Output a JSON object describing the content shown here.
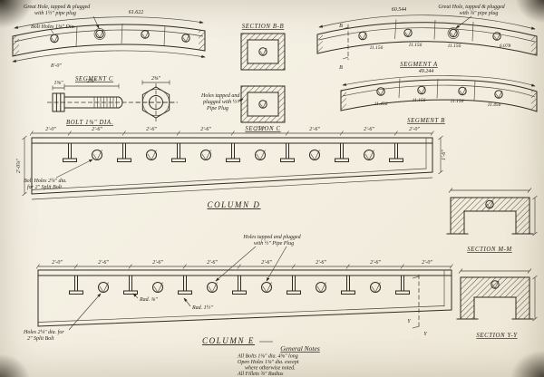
{
  "drawing": {
    "segment_c": {
      "label": "SEGMENT C",
      "arc_dim": "61.622",
      "note1": "Great Hole, tapped & plugged",
      "note2": "with 1½\" pipe plug",
      "holes_note": "Bolt Holes 1⅜\" Dia.",
      "dim_bottom": "8'-0\""
    },
    "segment_a": {
      "label": "SEGMENT A",
      "arc_dim": "60.544",
      "note1": "Great Hole, tapped & plugged",
      "note2": "with ¾\" pipe plug",
      "d1": "11.156",
      "d2": "11.156",
      "d3": "11.156",
      "d4": "6.078",
      "cut": "B"
    },
    "segment_b": {
      "label": "SEGMENT B",
      "arc_dim": "49.244",
      "d1": "11.456",
      "d2": "11.156",
      "d3": "11.156",
      "d4": "11.456"
    },
    "section_bb": {
      "label": "SECTION B-B"
    },
    "section_c": {
      "label": "SECTION C"
    },
    "section_mm": {
      "label": "SECTION M-M"
    },
    "section_yy": {
      "label": "SECTION Y-Y"
    },
    "bolt": {
      "label": "BOLT 1⅜\" DIA.",
      "dim_head": "1⅝\"",
      "dim_shank": "2⅝\"",
      "dim_nut": "2⅝\""
    },
    "plug_note_mid": {
      "line1": "Holes tapped and",
      "line2": "plugged with ½\"",
      "line3": "Pipe Plug"
    },
    "column_d": {
      "label": "COLUMN D",
      "spacing_end": "2'-0\"",
      "spacing_mid": "2'-6\"",
      "depth_left": "2'-0⅞\"",
      "depth_right": "1'-6\"",
      "holes_note1": "Bolt Holes 2¼\" dia.",
      "holes_note2": "for 2\" Split Bolt"
    },
    "column_e": {
      "label": "COLUMN E",
      "spacing_end": "2'-0\"",
      "spacing_mid": "2'-6\"",
      "plug_note1": "Holes tapped and plugged",
      "plug_note2": "with ½\" Pipe Plug",
      "rad_small": "Rad. ⅜\"",
      "rad_large": "Rad. 1½\"",
      "holes_note1": "Holes 2¼\" dia. for",
      "holes_note2": "2\" Split Bolt",
      "cut": "Y"
    },
    "general_notes": {
      "title": "General Notes",
      "line1": "All Bolts 1⅜\" dia. 4⅝\" long",
      "line2": "Open Holes 1⅜\" dia. except",
      "line3": "where otherwise noted.",
      "line4": "All Fillets ¾\" Radius"
    }
  }
}
